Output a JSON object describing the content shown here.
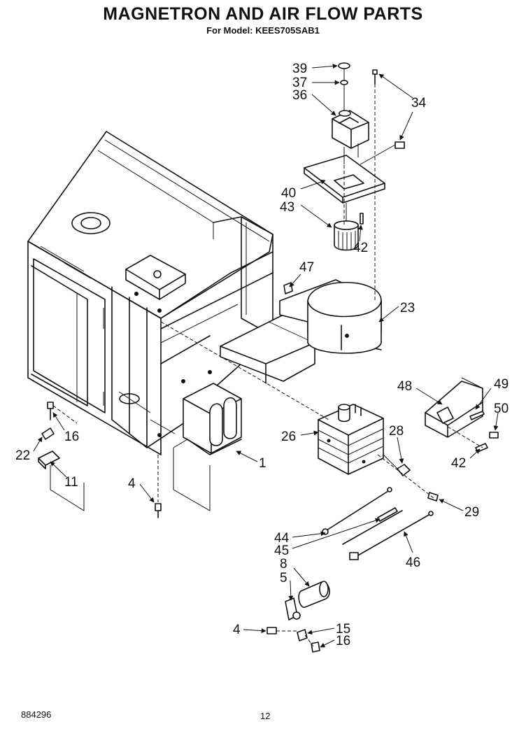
{
  "header": {
    "title": "MAGNETRON AND AIR FLOW PARTS",
    "subtitle": "For Model: KEES705SAB1"
  },
  "footer": {
    "doc_number": "884296",
    "page_number": "12"
  },
  "callouts": {
    "c39": "39",
    "c37": "37",
    "c36": "36",
    "c34": "34",
    "c40": "40",
    "c43": "43",
    "c42a": "42",
    "c47": "47",
    "c23": "23",
    "c48": "48",
    "c49": "49",
    "c50": "50",
    "c42b": "42",
    "c26": "26",
    "c28": "28",
    "c29": "29",
    "c1": "1",
    "c16a": "16",
    "c22": "22",
    "c11": "11",
    "c4a": "4",
    "c44": "44",
    "c45": "45",
    "c46": "46",
    "c8": "8",
    "c5": "5",
    "c4b": "4",
    "c15": "15",
    "c16b": "16"
  }
}
